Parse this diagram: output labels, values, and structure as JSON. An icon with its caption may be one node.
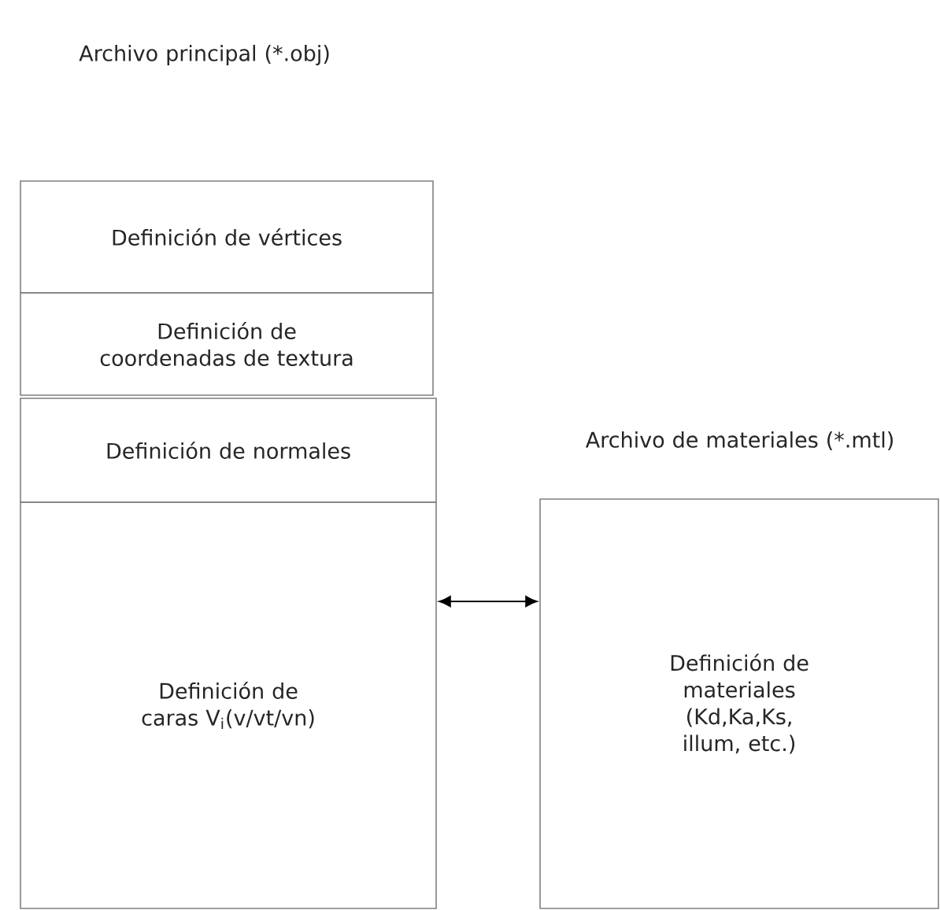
{
  "diagram": {
    "nodes": [
      {
        "text": [
          "Definición de vértices"
        ]
      },
      {
        "text": [
          "Definición de coordenadas de textura"
        ]
      },
      {
        "text": [
          "Definición de normales"
        ]
      },
      {
        "text": [
          "Definición de caras V$_{i}$(v/vt/vn)"
        ]
      },
      {
        "text": [
          "Archivo de materiales (*.mtl)",
          "Definición de materiales (Kd,Ka,Ks, illum, etc.)"
        ]
      }
    ],
    "edges": [
      {
        "from": 3,
        "to": 4,
        "arrow": "both"
      }
    ],
    "labels": [
      "Archivo principal (*.obj)"
    ]
  }
}
